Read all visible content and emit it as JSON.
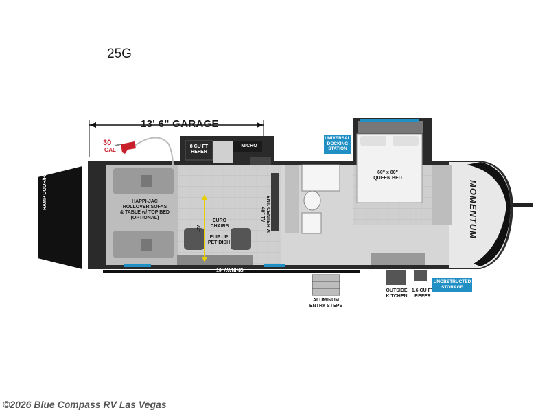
{
  "model": "25G",
  "garage_dimension": "13' 6\" GARAGE",
  "fuel": {
    "amount": "30",
    "unit": "GAL"
  },
  "labels": {
    "ramp_door": "RAMP DOOR/PATIO",
    "sofas": [
      "HAPPI-JAC",
      "ROLLOVER SOFAS",
      "& TABLE w/ TOP BED",
      "(OPTIONAL)"
    ],
    "refer_8": [
      "8 CU FT",
      "REFER"
    ],
    "micro": "MICRO",
    "euro_chairs": [
      "EURO",
      "CHAIRS"
    ],
    "pet_dish": [
      "FLIP UP",
      "PET DISH"
    ],
    "ent_center": [
      "ENT. CENTER w/",
      "40\" TV"
    ],
    "dim_72": "72\"",
    "bed": [
      "60\" x 80\"",
      "QUEEN BED"
    ],
    "awning": "19' AWNING",
    "entry_steps": [
      "ALUMINUM",
      "ENTRY STEPS"
    ],
    "outside_kitchen": [
      "OUTSIDE",
      "KITCHEN"
    ],
    "refer_16": [
      "1.6 CU FT",
      "REFER"
    ],
    "brand": "MOMENTUM"
  },
  "callouts": {
    "docking": [
      "UNIVERSAL",
      "DOCKING",
      "STATION"
    ],
    "storage": [
      "UNOBSTRUCTED",
      "STORAGE"
    ]
  },
  "watermark": "©2026 Blue Compass RV Las Vegas",
  "colors": {
    "accent_blue": "#1f8fc4",
    "fuel_red": "#c8202a",
    "dimension_yellow": "#e8d000"
  }
}
